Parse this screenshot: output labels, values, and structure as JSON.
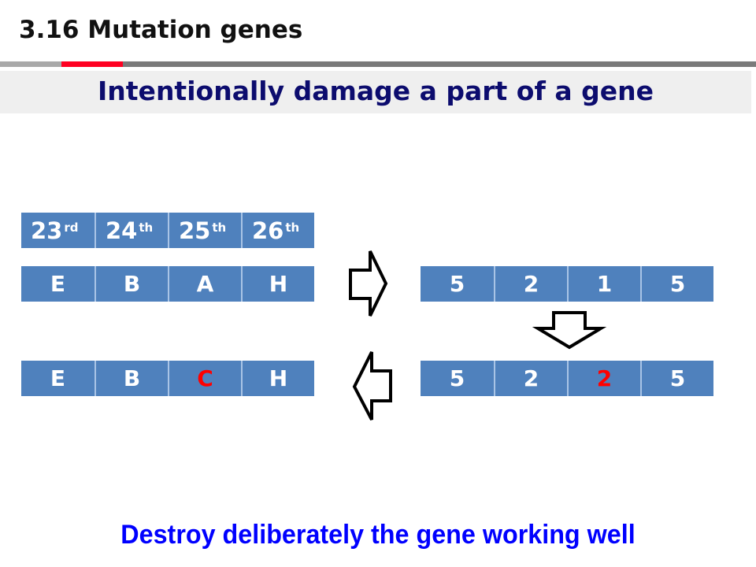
{
  "slide": {
    "title": "3.16 Mutation genes",
    "subtitle": "Intentionally damage a part of a gene",
    "footer": "Destroy deliberately the gene working well"
  },
  "positions": [
    {
      "num": "23",
      "suffix": "rd"
    },
    {
      "num": "24",
      "suffix": "th"
    },
    {
      "num": "25",
      "suffix": "th"
    },
    {
      "num": "26",
      "suffix": "th"
    }
  ],
  "original_letters": [
    "E",
    "B",
    "A",
    "H"
  ],
  "original_digits": [
    "5",
    "2",
    "1",
    "5"
  ],
  "mutated_digits": [
    "5",
    "2",
    "2",
    "5"
  ],
  "mutated_letters": [
    "E",
    "B",
    "C",
    "H"
  ],
  "highlight": {
    "index": 2,
    "color": "#ff0000"
  },
  "colors": {
    "cell": "#4f81bd",
    "subtitle": "#0c0c6e",
    "footer": "#0000ff",
    "accent": "#ff0022"
  },
  "icons": [
    "arrow-right-icon",
    "arrow-down-icon",
    "arrow-left-icon"
  ]
}
